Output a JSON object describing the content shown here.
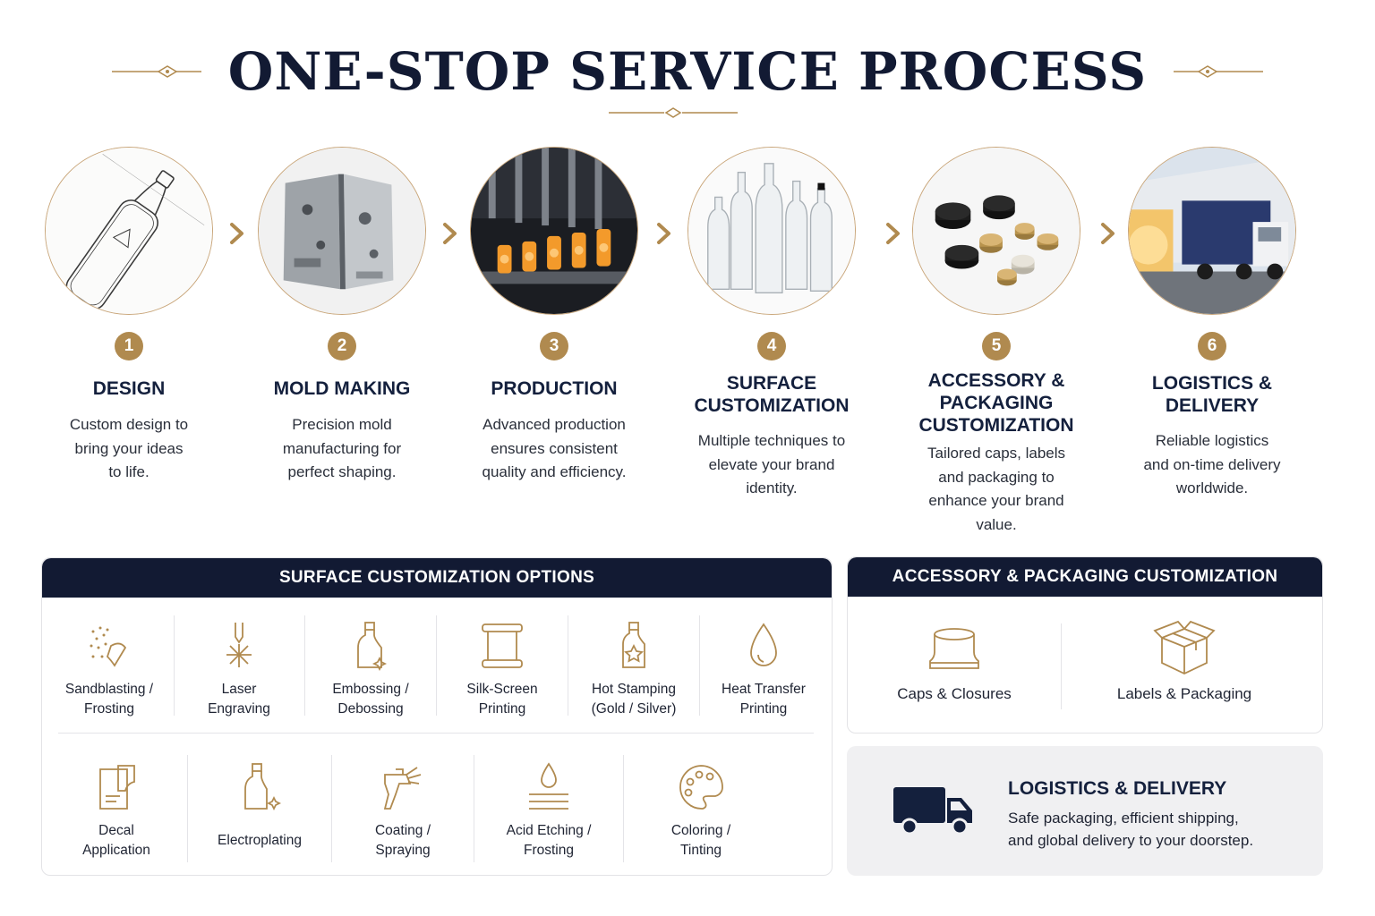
{
  "title": "ONE-STOP SERVICE PROCESS",
  "colors": {
    "navy": "#121a33",
    "gold": "#b08a4f",
    "panel_gray": "#f0f0f2"
  },
  "steps": [
    {
      "number": "1",
      "title": "DESIGN",
      "desc_lines": [
        "Custom design to",
        "bring your ideas",
        "to life."
      ],
      "image": "bottle-sketch"
    },
    {
      "number": "2",
      "title": "MOLD MAKING",
      "desc_lines": [
        "Precision mold",
        "manufacturing for",
        "perfect shaping."
      ],
      "image": "steel-mold"
    },
    {
      "number": "3",
      "title": "PRODUCTION",
      "desc_lines": [
        "Advanced production",
        "ensures consistent",
        "quality and efficiency."
      ],
      "image": "glowing-bottles"
    },
    {
      "number": "4",
      "title_lines": [
        "SURFACE",
        "CUSTOMIZATION"
      ],
      "desc_lines": [
        "Multiple techniques to",
        "elevate your brand",
        "identity."
      ],
      "image": "clear-bottles"
    },
    {
      "number": "5",
      "title_lines": [
        "ACCESSORY &",
        "PACKAGING",
        "CUSTOMIZATION"
      ],
      "desc_lines": [
        "Tailored caps, labels",
        "and packaging to",
        "enhance your brand",
        "value."
      ],
      "image": "caps"
    },
    {
      "number": "6",
      "title_lines": [
        "LOGISTICS &",
        "DELIVERY"
      ],
      "desc_lines": [
        "Reliable logistics",
        "and on-time delivery",
        "worldwide."
      ],
      "image": "truck-warehouse"
    }
  ],
  "surface_panel": {
    "heading": "SURFACE CUSTOMIZATION OPTIONS",
    "row1": [
      {
        "lines": [
          "Sandblasting /",
          "Frosting"
        ],
        "icon": "sandblast-icon"
      },
      {
        "lines": [
          "Laser",
          "Engraving"
        ],
        "icon": "laser-icon"
      },
      {
        "lines": [
          "Embossing /",
          "Debossing"
        ],
        "icon": "emboss-bottle-icon"
      },
      {
        "lines": [
          "Silk-Screen",
          "Printing"
        ],
        "icon": "scroll-icon"
      },
      {
        "lines": [
          "Hot Stamping",
          "(Gold / Silver)"
        ],
        "icon": "star-bottle-icon"
      },
      {
        "lines": [
          "Heat Transfer",
          "Printing"
        ],
        "icon": "drop-icon"
      }
    ],
    "row2": [
      {
        "lines": [
          "Decal",
          "Application"
        ],
        "icon": "decal-icon"
      },
      {
        "lines": [
          "Electroplating"
        ],
        "icon": "sparkle-bottle-icon"
      },
      {
        "lines": [
          "Coating /",
          "Spraying"
        ],
        "icon": "spray-gun-icon"
      },
      {
        "lines": [
          "Acid Etching /",
          "Frosting"
        ],
        "icon": "etch-drop-icon"
      },
      {
        "lines": [
          "Coloring /",
          "Tinting"
        ],
        "icon": "palette-icon"
      }
    ]
  },
  "accessory_panel": {
    "heading": "ACCESSORY & PACKAGING CUSTOMIZATION",
    "items": [
      {
        "label": "Caps & Closures",
        "icon": "cap-icon"
      },
      {
        "label": "Labels & Packaging",
        "icon": "box-icon"
      }
    ]
  },
  "logistics_card": {
    "title": "LOGISTICS & DELIVERY",
    "desc_lines": [
      "Safe packaging, efficient shipping,",
      "and global delivery to your doorstep."
    ],
    "icon": "truck-icon"
  }
}
